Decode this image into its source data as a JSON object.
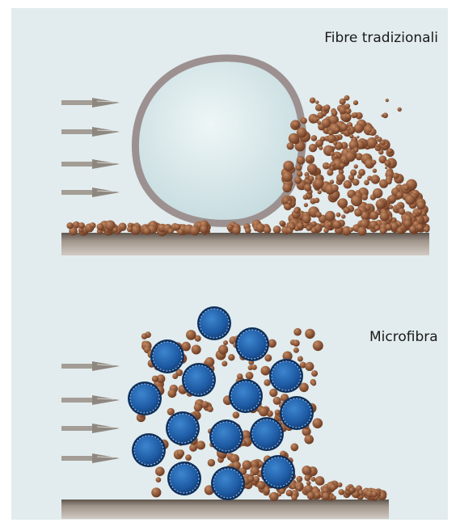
{
  "labels": {
    "traditional": "Fibre tradizionali",
    "microfiber": "Microfibra"
  },
  "colors": {
    "background": "#e2ecee",
    "floor": "#8f8378",
    "floor_shadow": "#5f554c",
    "traditional_fiber_fill": "#cfe3e6",
    "traditional_fiber_ring": "#9a8f8e",
    "microfiber_blue": "#1f5fa6",
    "microfiber_ring": "#0d2f5c",
    "dirt": "#8a5437",
    "arrow": "#9b958e"
  },
  "icons": {
    "arrow": "flow-arrow-icon",
    "traditional_fiber": "large-fiber-cross-section",
    "microfiber": "microfiber-cross-section",
    "dirt": "dirt-particle"
  }
}
